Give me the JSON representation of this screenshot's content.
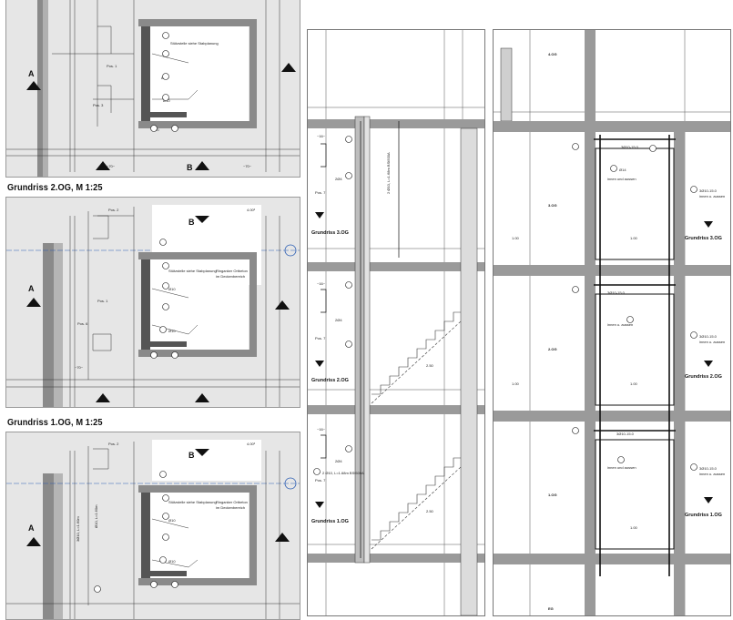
{
  "plans": {
    "top": {
      "section_marks": [
        "A",
        "B"
      ]
    },
    "middle": {
      "caption": "Grundriss 2.OG, M 1:25",
      "section_marks": [
        "A",
        "B"
      ]
    },
    "bottom": {
      "caption": "Grundriss 1.OG, M 1:25",
      "section_marks": [
        "A",
        "B"
      ]
    }
  },
  "section_a": {
    "floor_labels": [
      "Grundriss 3.OG",
      "Grundriss 2.OG",
      "Grundriss 1.OG"
    ],
    "positions": [
      "Pos. 7",
      "Pos. 7",
      "Pos. 7"
    ]
  },
  "section_b": {
    "level_labels": [
      "4.OG",
      "3.OG",
      "2.OG",
      "1.OG",
      "EG"
    ],
    "floor_labels": [
      "Grundriss 3.OG",
      "Grundriss 2.OG",
      "Grundriss 1.OG"
    ]
  },
  "colors": {
    "wall": "#8a8a8a",
    "plan_background": "#e6e6e6",
    "line": "#111111",
    "light_line": "#555555",
    "axis_blue": "#2b5db3"
  },
  "icons": [
    "section-marker-triangle-icon",
    "bar-mark-circle-icon",
    "axis-circle-icon"
  ]
}
